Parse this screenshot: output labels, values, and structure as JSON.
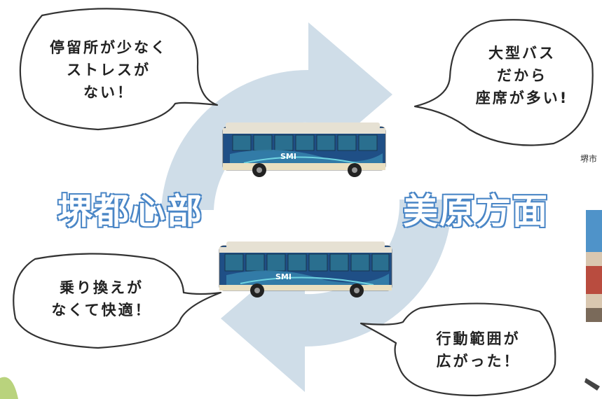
{
  "bubbles": {
    "top_left": [
      "停留所が少なく",
      "ストレスが",
      "ない！"
    ],
    "top_right": [
      "大型バス",
      "だから",
      "座席が多い!"
    ],
    "bottom_left": [
      "乗り換えが",
      "なくて快適！"
    ],
    "bottom_right": [
      "行動範囲が",
      "広がった！"
    ]
  },
  "places": {
    "left": "堺都心部",
    "right": "美原方面"
  },
  "buses": {
    "livery_text": "SMI"
  },
  "edge_text": "堺市",
  "colors": {
    "arrow": "#cfdde8",
    "place_stroke": "#4a86c6",
    "bus_body": "#1f4f86",
    "bus_roof": "#e6e1d3"
  }
}
